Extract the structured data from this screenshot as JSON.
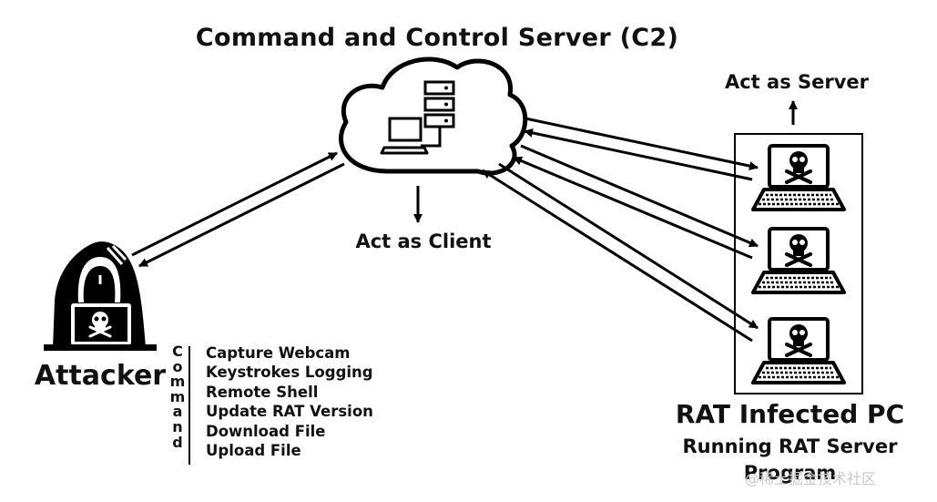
{
  "diagram": {
    "title": "Command and Control Server (C2)",
    "labels": {
      "act_as_server": "Act as Server",
      "act_as_client": "Act as Client",
      "attacker": "Attacker",
      "rat_title": "RAT Infected PC",
      "rat_subtitle_line1": "Running RAT Server",
      "rat_subtitle_line2": "Program"
    },
    "command_word": [
      "C",
      "o",
      "m",
      "m",
      "a",
      "n",
      "d"
    ],
    "commands": [
      "Capture Webcam",
      "Keystrokes Logging",
      "Remote Shell",
      "Update RAT Version",
      "Download File",
      "Upload File"
    ],
    "icons": [
      "cloud-icon",
      "server-rack-icon",
      "computer-monitor-icon",
      "hacker-icon",
      "skull-laptop-icon"
    ],
    "watermark": "@稀土掘金技术社区",
    "colors": {
      "ink": "#000000",
      "background": "#ffffff",
      "watermark": "#c9c9c9"
    }
  }
}
